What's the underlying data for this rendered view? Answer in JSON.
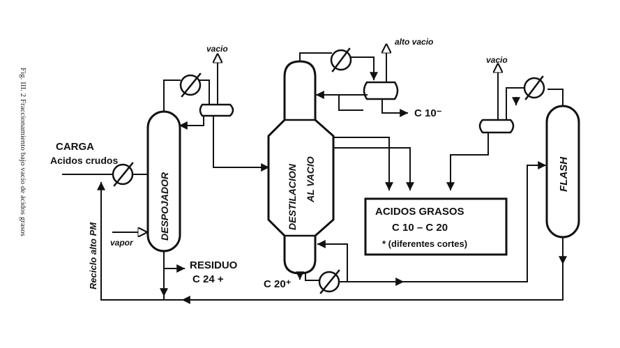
{
  "caption": "Fig. III. 2 Fraccionamiento bajo vacío de ácidos grasos",
  "labels": {
    "carga": "CARGA",
    "acidos_crudos": "Acidos crudos",
    "vacio_left": "vacio",
    "alto_vacio": "alto vacio",
    "vacio_right": "vacio",
    "vapor": "vapor",
    "reciclo": "Reciclo alto PM",
    "residuo": "RESIDUO",
    "residuo_c": "C 24 +",
    "c10": "C 10⁻",
    "c20": "C 20⁺"
  },
  "vessels": {
    "despojador": "DESPOJADOR",
    "destilacion_1": "DESTILACION",
    "destilacion_2": "AL VACIO",
    "flash": "FLASH"
  },
  "product_box": {
    "line1": "ACIDOS  GRASOS",
    "line2": "C 10  –  C 20",
    "line3": "* (diferentes cortes)"
  }
}
